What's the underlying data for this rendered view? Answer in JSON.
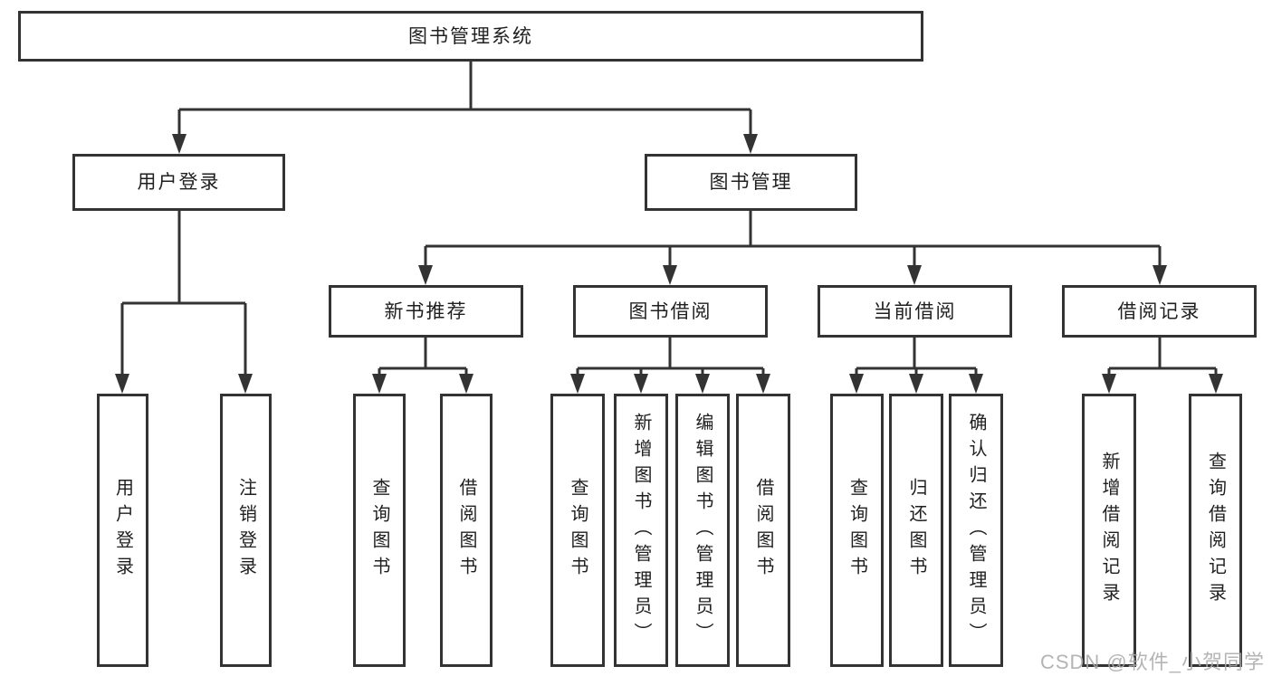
{
  "watermark": "CSDN @软件_小贺同学",
  "colors": {
    "line": "#333333",
    "text": "#1f1f1f",
    "box_bg": "#ffffff",
    "background": "#ffffff",
    "watermark": "#aaaaaa"
  },
  "tree": {
    "root": {
      "label": "图书管理系统"
    },
    "branches": [
      {
        "label": "用户登录",
        "children": [
          {
            "label": "用户登录"
          },
          {
            "label": "注销登录"
          }
        ]
      },
      {
        "label": "图书管理",
        "children": [
          {
            "label": "新书推荐",
            "children": [
              {
                "label": "查询图书"
              },
              {
                "label": "借阅图书"
              }
            ]
          },
          {
            "label": "图书借阅",
            "children": [
              {
                "label": "查询图书"
              },
              {
                "label": "新增图书（管理员）"
              },
              {
                "label": "编辑图书（管理员）"
              },
              {
                "label": "借阅图书"
              }
            ]
          },
          {
            "label": "当前借阅",
            "children": [
              {
                "label": "查询图书"
              },
              {
                "label": "归还图书"
              },
              {
                "label": "确认归还（管理员）"
              }
            ]
          },
          {
            "label": "借阅记录",
            "children": [
              {
                "label": "新增借阅记录"
              },
              {
                "label": "查询借阅记录"
              }
            ]
          }
        ]
      }
    ]
  }
}
